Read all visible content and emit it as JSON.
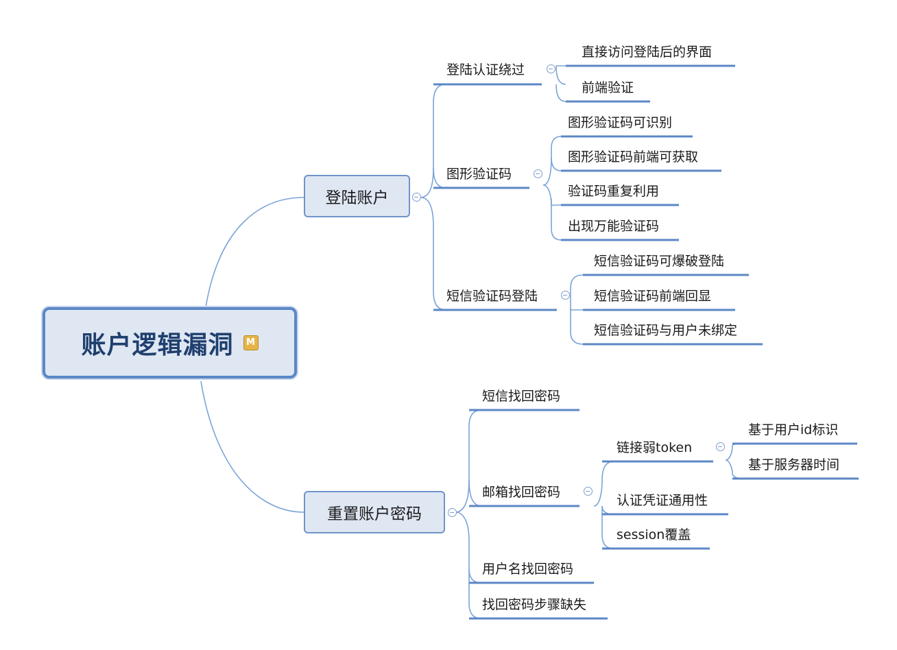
{
  "root": {
    "label": "账户逻辑漏洞",
    "marker": "M"
  },
  "branches": {
    "login": {
      "label": "登陆账户",
      "children": {
        "bypass": {
          "label": "登陆认证绕过",
          "items": [
            "直接访问登陆后的界面",
            "前端验证"
          ]
        },
        "captcha": {
          "label": "图形验证码",
          "items": [
            "图形验证码可识别",
            "图形验证码前端可获取",
            "验证码重复利用",
            "出现万能验证码"
          ]
        },
        "sms": {
          "label": "短信验证码登陆",
          "items": [
            "短信验证码可爆破登陆",
            "短信验证码前端回显",
            "短信验证码与用户未绑定"
          ]
        }
      }
    },
    "reset": {
      "label": "重置账户密码",
      "children": {
        "sms_recover": {
          "label": "短信找回密码"
        },
        "email_recover": {
          "label": "邮箱找回密码",
          "weak_token": {
            "label": "链接弱token",
            "items": [
              "基于用户id标识",
              "基于服务器时间"
            ]
          },
          "items": [
            "认证凭证通用性",
            "session覆盖"
          ]
        },
        "username_recover": {
          "label": "用户名找回密码"
        },
        "missing_step": {
          "label": "找回密码步骤缺失"
        }
      }
    }
  }
}
